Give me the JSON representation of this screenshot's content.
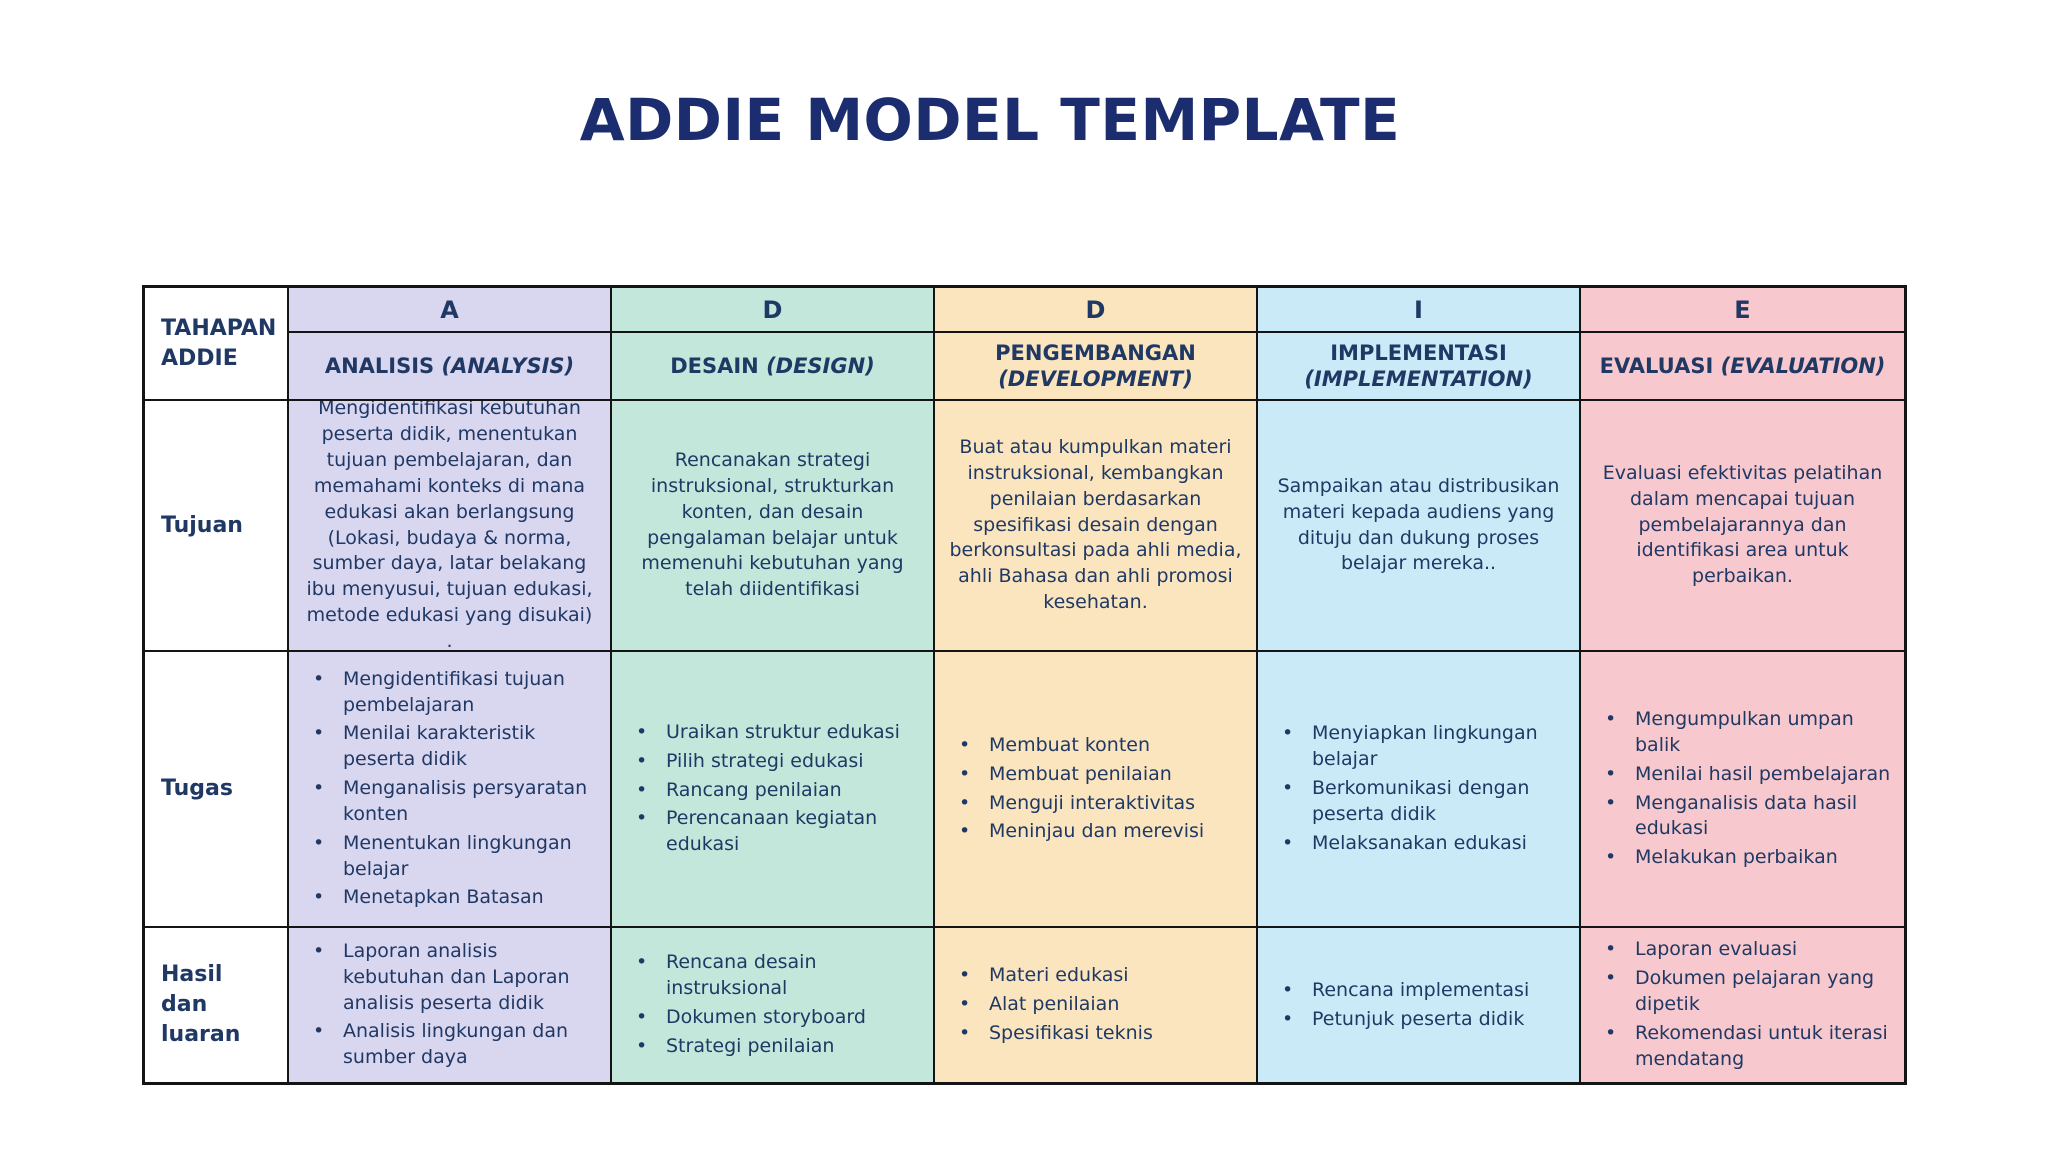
{
  "page": {
    "title": "ADDIE MODEL TEMPLATE"
  },
  "colors": {
    "text_navy": "#1F3864",
    "title_navy": "#1b2d6e",
    "border": "#141414",
    "analysis": "#D9D6F0",
    "design": "#C3E7DB",
    "development": "#FAE5BE",
    "implementation": "#CBEAF8",
    "evaluation": "#F7C8CD"
  },
  "table": {
    "corner_label": "TAHAPAN ADDIE",
    "columns": [
      {
        "letter": "A",
        "title": "ANALISIS",
        "subtitle": "(ANALYSIS)"
      },
      {
        "letter": "D",
        "title": "DESAIN",
        "subtitle": "(DESIGN)"
      },
      {
        "letter": "D",
        "title": "PENGEMBANGAN",
        "subtitle": "(DEVELOPMENT)"
      },
      {
        "letter": "I",
        "title": "IMPLEMENTASI",
        "subtitle": "(IMPLEMENTATION)"
      },
      {
        "letter": "E",
        "title": "EVALUASI",
        "subtitle": "(EVALUATION)"
      }
    ],
    "rows": [
      {
        "label": "Tujuan",
        "type": "paragraph",
        "cells": [
          "Mengidentifikasi kebutuhan peserta didik, menentukan tujuan pembelajaran, dan memahami konteks di mana edukasi akan berlangsung (Lokasi, budaya & norma, sumber daya, latar belakang ibu menyusui, tujuan edukasi, metode edukasi yang disukai) .",
          "Rencanakan strategi instruksional, strukturkan konten, dan desain pengalaman belajar untuk memenuhi kebutuhan yang telah diidentifikasi",
          "Buat atau kumpulkan materi instruksional, kembangkan penilaian berdasarkan spesifikasi desain dengan berkonsultasi pada ahli media, ahli Bahasa dan ahli promosi kesehatan.",
          "Sampaikan atau distribusikan materi kepada audiens yang dituju dan dukung proses belajar mereka..",
          "Evaluasi efektivitas pelatihan dalam mencapai tujuan pembelajarannya dan identifikasi area untuk perbaikan."
        ]
      },
      {
        "label": "Tugas",
        "type": "bullets",
        "cells": [
          [
            "Mengidentifikasi tujuan pembelajaran",
            "Menilai karakteristik peserta didik",
            "Menganalisis persyaratan konten",
            "Menentukan lingkungan belajar",
            "Menetapkan Batasan"
          ],
          [
            "Uraikan struktur edukasi",
            "Pilih strategi edukasi",
            "Rancang penilaian",
            "Perencanaan kegiatan edukasi"
          ],
          [
            "Membuat konten",
            "Membuat penilaian",
            "Menguji interaktivitas",
            "Meninjau dan merevisi"
          ],
          [
            "Menyiapkan lingkungan belajar",
            "Berkomunikasi dengan peserta didik",
            "Melaksanakan edukasi"
          ],
          [
            "Mengumpulkan umpan balik",
            "Menilai hasil pembelajaran",
            "Menganalisis data hasil edukasi",
            "Melakukan perbaikan"
          ]
        ]
      },
      {
        "label": "Hasil dan luaran",
        "type": "bullets",
        "cells": [
          [
            "Laporan analisis kebutuhan dan Laporan analisis peserta didik",
            "Analisis lingkungan dan sumber daya"
          ],
          [
            "Rencana desain instruksional",
            "Dokumen storyboard",
            "Strategi penilaian"
          ],
          [
            "Materi edukasi",
            "Alat penilaian",
            "Spesifikasi teknis"
          ],
          [
            "Rencana implementasi",
            "Petunjuk peserta didik"
          ],
          [
            "Laporan evaluasi",
            "Dokumen pelajaran yang dipetik",
            "Rekomendasi untuk iterasi mendatang"
          ]
        ]
      }
    ]
  }
}
